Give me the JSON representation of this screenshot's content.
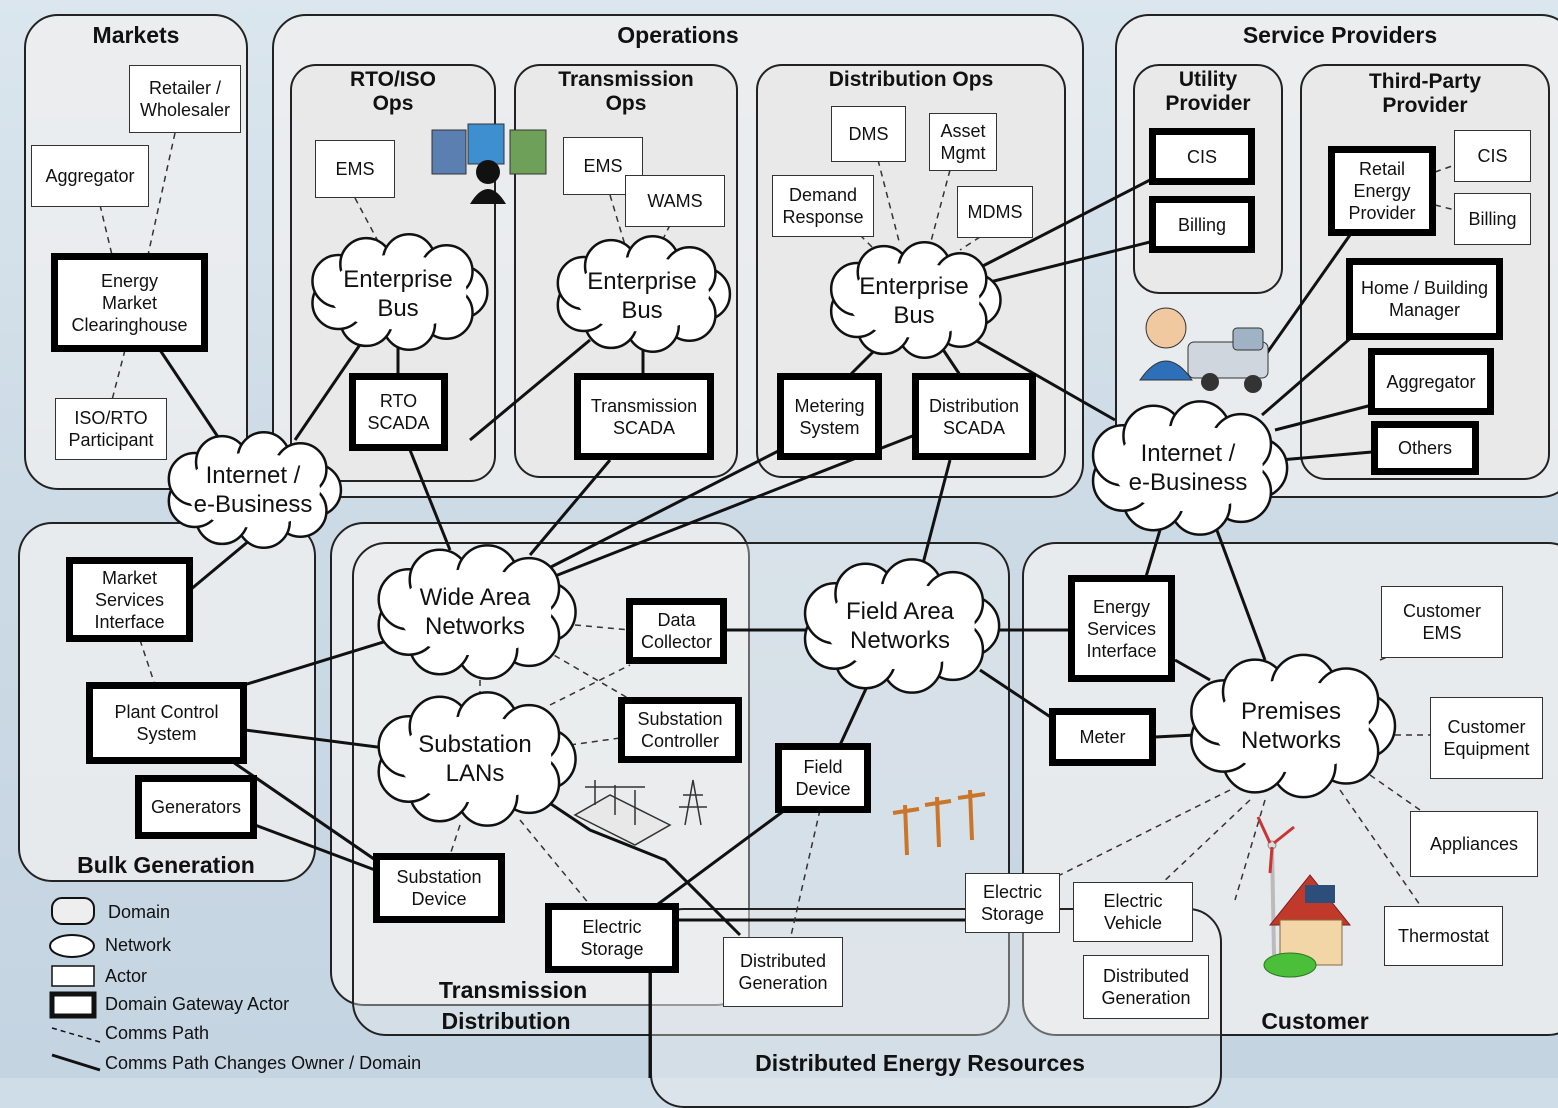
{
  "domains": {
    "markets": "Markets",
    "operations": "Operations",
    "service_providers": "Service Providers",
    "bulk_generation": "Bulk Generation",
    "transmission": "Transmission",
    "distribution": "Distribution",
    "customer": "Customer",
    "der": "Distributed Energy Resources"
  },
  "subdomains": {
    "rto_ops": "RTO/ISO\nOps",
    "transmission_ops": "Transmission\nOps",
    "distribution_ops": "Distribution Ops",
    "utility_provider": "Utility\nProvider",
    "third_party": "Third-Party\nProvider"
  },
  "networks": {
    "eb_rto": "Enterprise\nBus",
    "eb_trans": "Enterprise\nBus",
    "eb_dist": "Enterprise\nBus",
    "inet_left": "Internet /\ne-Business",
    "inet_right": "Internet /\ne-Business",
    "wan": "Wide Area\nNetworks",
    "substation_lans": "Substation\nLANs",
    "fan": "Field Area\nNetworks",
    "premises": "Premises\nNetworks"
  },
  "actors": {
    "retailer": "Retailer /\nWholesaler",
    "aggregator_m": "Aggregator",
    "emch": "Energy\nMarket\nClearinghouse",
    "iso_participant": "ISO/RTO\nParticipant",
    "ems_rto": "EMS",
    "rto_scada": "RTO\nSCADA",
    "ems_t": "EMS",
    "wams": "WAMS",
    "trans_scada": "Transmission\nSCADA",
    "dms": "DMS",
    "asset_mgmt": "Asset\nMgmt",
    "demand_response": "Demand\nResponse",
    "mdms": "MDMS",
    "metering_system": "Metering\nSystem",
    "dist_scada": "Distribution\nSCADA",
    "cis_u": "CIS",
    "billing_u": "Billing",
    "retail_ep": "Retail\nEnergy\nProvider",
    "cis_t": "CIS",
    "billing_t": "Billing",
    "home_mgr": "Home / Building\nManager",
    "aggregator_sp": "Aggregator",
    "others": "Others",
    "msi": "Market\nServices\nInterface",
    "plant_control": "Plant Control\nSystem",
    "generators": "Generators",
    "data_collector": "Data\nCollector",
    "substation_ctrl": "Substation\nController",
    "substation_dev": "Substation\nDevice",
    "field_device": "Field\nDevice",
    "electric_storage_d": "Electric\nStorage",
    "dist_gen_d": "Distributed\nGeneration",
    "esi": "Energy\nServices\nInterface",
    "meter": "Meter",
    "customer_ems": "Customer\nEMS",
    "customer_equip": "Customer\nEquipment",
    "appliances": "Appliances",
    "thermostat": "Thermostat",
    "electric_storage_c": "Electric\nStorage",
    "electric_vehicle": "Electric\nVehicle",
    "dist_gen_c": "Distributed\nGeneration"
  },
  "legend": {
    "domain": "Domain",
    "network": "Network",
    "actor": "Actor",
    "gateway": "Domain Gateway Actor",
    "comms": "Comms Path",
    "comms_owner": "Comms Path Changes Owner / Domain"
  },
  "icons": [
    "operator-workstation-icon",
    "field-technician-truck-icon",
    "substation-icon",
    "utility-poles-icon",
    "smart-home-icon"
  ]
}
